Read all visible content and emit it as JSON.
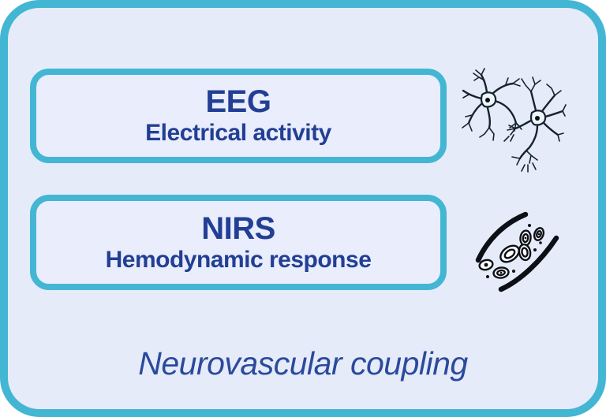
{
  "caption": "Neurovascular coupling",
  "boxes": [
    {
      "title": "EEG",
      "subtitle": "Electrical activity"
    },
    {
      "title": "NIRS",
      "subtitle": "Hemodynamic response"
    }
  ],
  "icons": {
    "neurons": "two-neurons-line-drawing",
    "blood_vessel": "blood-vessel-with-blood-cells-line-drawing"
  },
  "colors": {
    "accent_teal": "#43B6D3",
    "card_background": "#E6EBFA",
    "box_background": "#E9EDFC",
    "heading_blue": "#223F94",
    "caption_blue": "#2B4A9C",
    "illustration_ink": "#0C1016"
  }
}
